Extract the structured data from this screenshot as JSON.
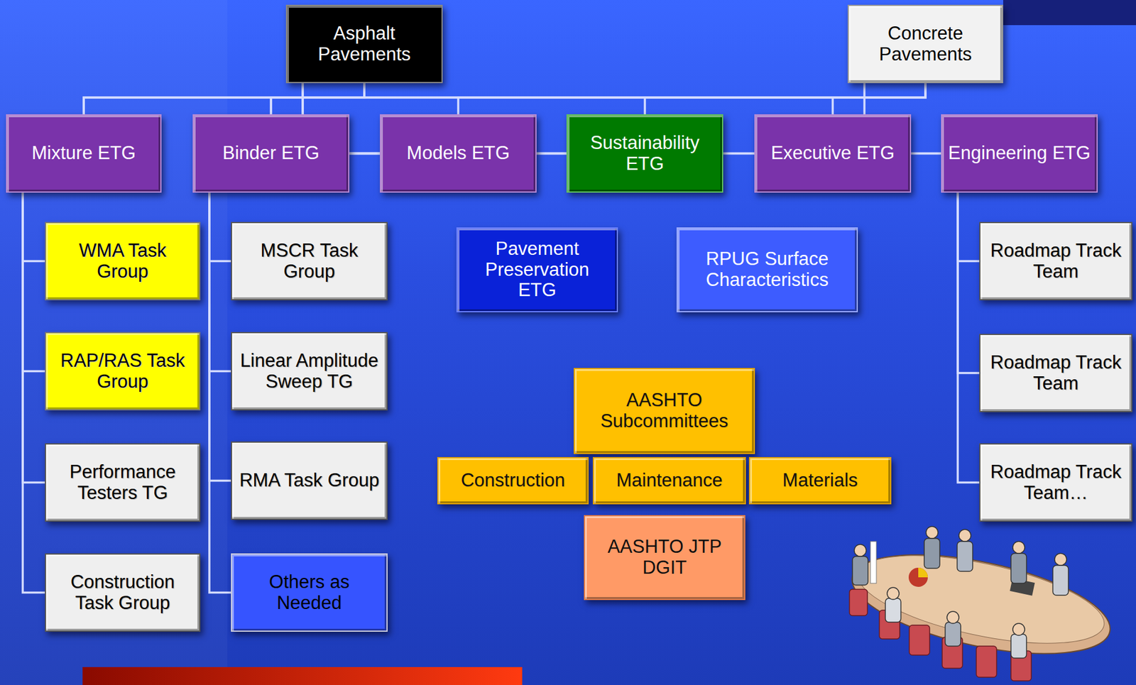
{
  "diagram": {
    "nodes": [
      {
        "text": [
          "Asphalt Pavements"
        ]
      },
      {
        "text": [
          "Concrete Pavements"
        ]
      },
      {
        "text": [
          "Mixture ETG"
        ]
      },
      {
        "text": [
          "Binder ETG"
        ]
      },
      {
        "text": [
          "Models ETG"
        ]
      },
      {
        "text": [
          "Sustainability ETG"
        ]
      },
      {
        "text": [
          "Executive ETG"
        ]
      },
      {
        "text": [
          "Engineering ETG"
        ]
      },
      {
        "text": [
          "WMA Task Group"
        ]
      },
      {
        "text": [
          "RAP/RAS Task Group"
        ]
      },
      {
        "text": [
          "Performance Testers TG"
        ]
      },
      {
        "text": [
          "Construction Task Group"
        ]
      },
      {
        "text": [
          "MSCR Task Group"
        ]
      },
      {
        "text": [
          "Linear Amplitude Sweep TG"
        ]
      },
      {
        "text": [
          "RMA Task Group"
        ]
      },
      {
        "text": [
          "Others as Needed"
        ]
      },
      {
        "text": [
          "Pavement Preservation ETG"
        ]
      },
      {
        "text": [
          "RPUG Surface Characteristics"
        ]
      },
      {
        "text": [
          "AASHTO Subcommittees"
        ]
      },
      {
        "text": [
          "Construction"
        ]
      },
      {
        "text": [
          "Maintenance"
        ]
      },
      {
        "text": [
          "Materials"
        ]
      },
      {
        "text": [
          "AASHTO JTP DGIT"
        ]
      },
      {
        "text": [
          "Roadmap Track Team"
        ]
      },
      {
        "text": [
          "Roadmap Track Team"
        ]
      },
      {
        "text": [
          "Roadmap Track Team…"
        ]
      }
    ],
    "edges": [
      {
        "from": 0,
        "to": 2,
        "arrow": "none"
      },
      {
        "from": 0,
        "to": 3,
        "arrow": "none"
      },
      {
        "from": 0,
        "to": 4,
        "arrow": "none"
      },
      {
        "from": 0,
        "to": 5,
        "arrow": "none"
      },
      {
        "from": 0,
        "to": 6,
        "arrow": "none"
      },
      {
        "from": 0,
        "to": 7,
        "arrow": "none"
      },
      {
        "from": 1,
        "to": 2,
        "arrow": "none"
      },
      {
        "from": 1,
        "to": 3,
        "arrow": "none"
      },
      {
        "from": 1,
        "to": 4,
        "arrow": "none"
      },
      {
        "from": 1,
        "to": 5,
        "arrow": "none"
      },
      {
        "from": 1,
        "to": 6,
        "arrow": "none"
      },
      {
        "from": 1,
        "to": 7,
        "arrow": "none"
      },
      {
        "from": 2,
        "to": 8,
        "arrow": "none"
      },
      {
        "from": 2,
        "to": 9,
        "arrow": "none"
      },
      {
        "from": 2,
        "to": 10,
        "arrow": "none"
      },
      {
        "from": 2,
        "to": 11,
        "arrow": "none"
      },
      {
        "from": 3,
        "to": 12,
        "arrow": "none"
      },
      {
        "from": 3,
        "to": 13,
        "arrow": "none"
      },
      {
        "from": 3,
        "to": 14,
        "arrow": "none"
      },
      {
        "from": 3,
        "to": 15,
        "arrow": "none"
      },
      {
        "from": 7,
        "to": 23,
        "arrow": "none"
      },
      {
        "from": 7,
        "to": 24,
        "arrow": "none"
      },
      {
        "from": 7,
        "to": 25,
        "arrow": "none"
      }
    ]
  }
}
